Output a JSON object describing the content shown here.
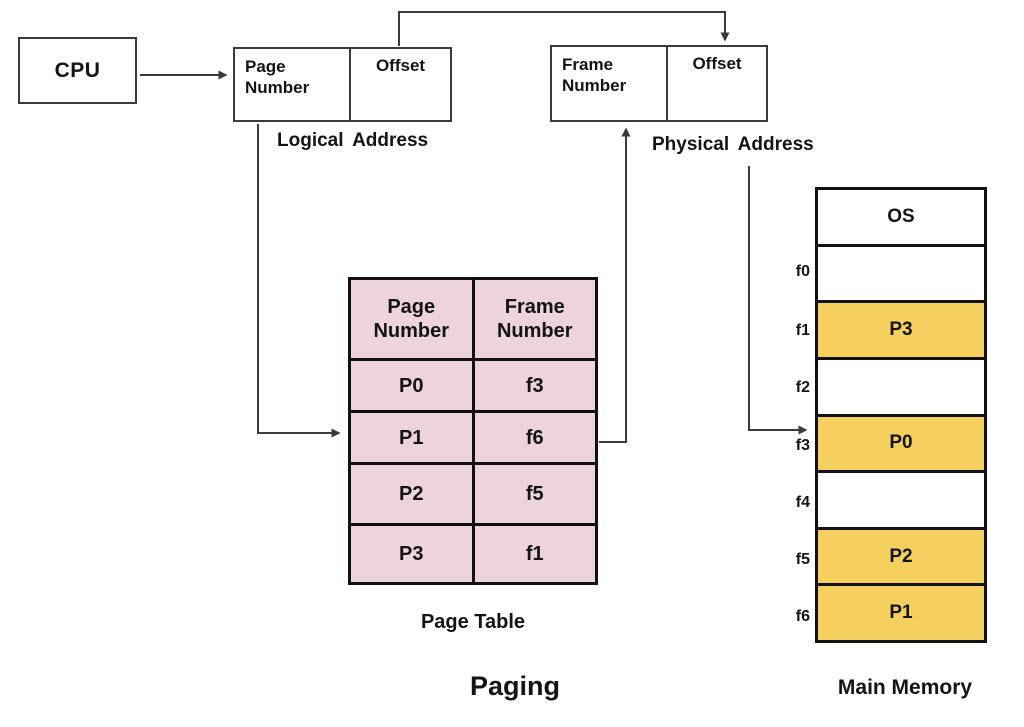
{
  "title": "Paging",
  "colors": {
    "table_fill": "#ecd3dd",
    "frame_fill": "#f5d05e",
    "line": "#3a3a3a",
    "text": "#141414"
  },
  "cpu": {
    "label": "CPU"
  },
  "logical_address": {
    "caption": "Logical Address",
    "fields": {
      "left": "Page Number",
      "right": "Offset"
    }
  },
  "physical_address": {
    "caption": "Physical Address",
    "fields": {
      "left": "Frame Number",
      "right": "Offset"
    }
  },
  "page_table": {
    "caption": "Page Table",
    "headers": {
      "page": "Page Number",
      "frame": "Frame Number"
    },
    "rows": [
      {
        "page": "P0",
        "frame": "f3"
      },
      {
        "page": "P1",
        "frame": "f6"
      },
      {
        "page": "P2",
        "frame": "f5"
      },
      {
        "page": "P3",
        "frame": "f1"
      }
    ]
  },
  "main_memory": {
    "caption": "Main Memory",
    "rows": [
      {
        "label": "",
        "content": "OS",
        "filled": false
      },
      {
        "label": "f0",
        "content": "",
        "filled": false
      },
      {
        "label": "f1",
        "content": "P3",
        "filled": true
      },
      {
        "label": "f2",
        "content": "",
        "filled": false
      },
      {
        "label": "f3",
        "content": "P0",
        "filled": true
      },
      {
        "label": "f4",
        "content": "",
        "filled": false
      },
      {
        "label": "f5",
        "content": "P2",
        "filled": true
      },
      {
        "label": "f6",
        "content": "P1",
        "filled": true
      }
    ]
  },
  "diagram_title": "Paging"
}
